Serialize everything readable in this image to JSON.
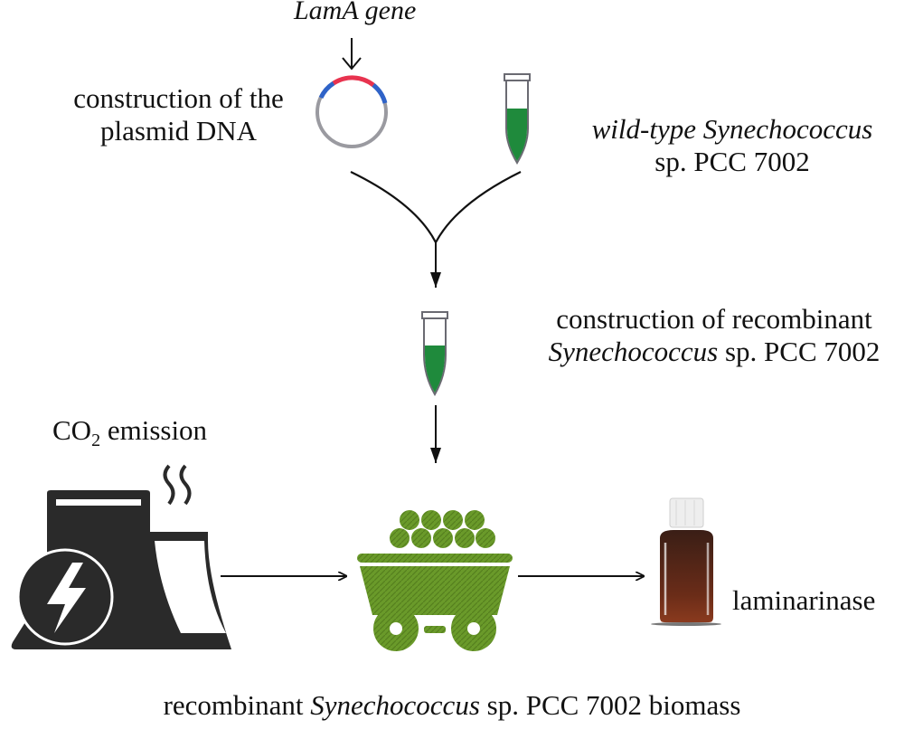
{
  "labels": {
    "gene_label": "LamA gene",
    "plasmid_line1": "construction of the",
    "plasmid_line2": "plasmid DNA",
    "wildtype_line1_italic": "wild-type Synechococcus",
    "wildtype_line2": "sp. PCC 7002",
    "recombinant_line1": "construction of recombinant",
    "recombinant_line2_italic": "Synechococcus",
    "recombinant_line2_rest": " sp. PCC 7002",
    "co2_prefix": "CO",
    "co2_sub": "2",
    "co2_suffix": " emission",
    "product_label": "laminarinase",
    "biomass_prefix": "recombinant ",
    "biomass_italic": "Synechococcus",
    "biomass_suffix": " sp. PCC 7002 biomass"
  },
  "colors": {
    "gene_segment": "#e8334f",
    "plasmid_marker": "#2f63c8",
    "plasmid_backbone": "#9a9aa0",
    "culture_green": "#1f8a3c",
    "biomass_green": "#6a9a2a",
    "factory_dark": "#2a2a2a",
    "bottle_brown": "#5a2a1a"
  },
  "icons": [
    "plasmid-icon",
    "tube-icon",
    "factory-icon",
    "mine-cart-icon",
    "bottle-icon",
    "arrow-icon"
  ]
}
